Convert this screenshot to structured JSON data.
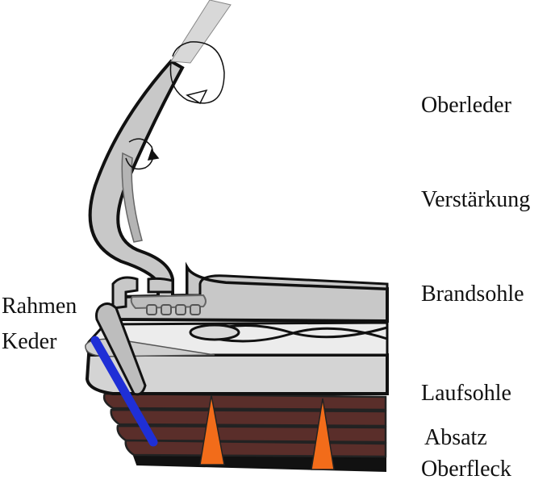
{
  "diagram": {
    "title": "Rahmengenähter Schuh – Querschnitt",
    "labels": {
      "oberleder": "Oberleder",
      "verstaerkung": "Verstärkung",
      "brandsohle": "Brandsohle",
      "rahmen": "Rahmen",
      "keder": "Keder",
      "laufsohle": "Laufsohle",
      "absatz": "Absatz",
      "oberfleck": "Oberfleck"
    },
    "colors": {
      "leather_grey": "#c8c8c8",
      "heel_brown": "#5a2e2a",
      "nail_orange": "#f26c1a",
      "keder_blue": "#1f2fd6",
      "outline": "#111111"
    }
  }
}
